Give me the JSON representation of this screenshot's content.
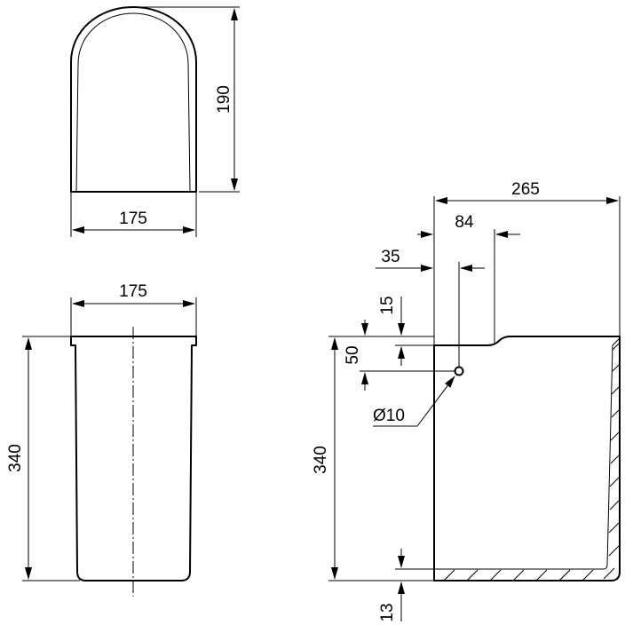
{
  "top_view": {
    "width_label": "175",
    "depth_label": "190"
  },
  "front_view": {
    "width_label": "175",
    "height_label": "340"
  },
  "side_view": {
    "depth_label": "265",
    "inlet_offset_label": "84",
    "hole_offset_label": "35",
    "notch_depth_label": "15",
    "hole_height_label": "50",
    "hole_diameter_label": "Ø10",
    "height_label": "340",
    "base_thickness_label": "13"
  }
}
